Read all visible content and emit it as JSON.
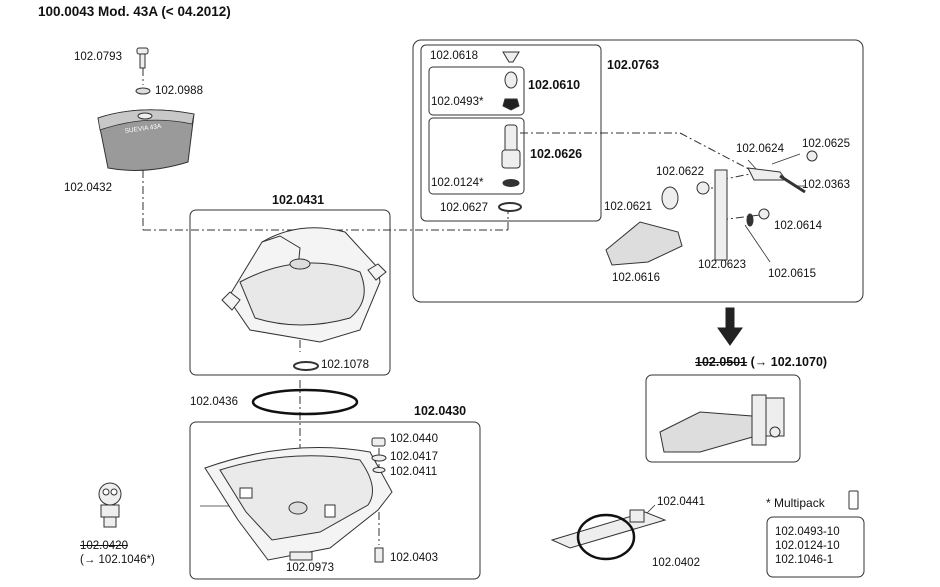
{
  "title": "100.0043 Mod. 43A (< 04.2012)",
  "lid_text": "SUEVIA 43A",
  "labels": {
    "p0793": "102.0793",
    "p0988": "102.0988",
    "p0432": "102.0432",
    "p0431": "102.0431",
    "p1078": "102.1078",
    "p0436": "102.0436",
    "p0430": "102.0430",
    "p0440": "102.0440",
    "p0417": "102.0417",
    "p0411": "102.0411",
    "p0403": "102.0403",
    "p0973": "102.0973",
    "p0420": "102.0420",
    "p0420_sub": "(→ 102.1046*)",
    "p0618": "102.0618",
    "p0610": "102.0610",
    "p0493": "102.0493*",
    "p0626": "102.0626",
    "p0124": "102.0124*",
    "p0627": "102.0627",
    "p0763": "102.0763",
    "p0624": "102.0624",
    "p0625": "102.0625",
    "p0622": "102.0622",
    "p0363": "102.0363",
    "p0621": "102.0621",
    "p0614": "102.0614",
    "p0616": "102.0616",
    "p0623": "102.0623",
    "p0615": "102.0615",
    "p0501": "102.0501",
    "p0501_arrow": "(→ 102.1070)",
    "p0441": "102.0441",
    "p0402": "102.0402"
  },
  "multipack": {
    "heading": "* Multipack",
    "items": [
      "102.0493-10",
      "102.0124-10",
      "102.1046-1"
    ]
  }
}
